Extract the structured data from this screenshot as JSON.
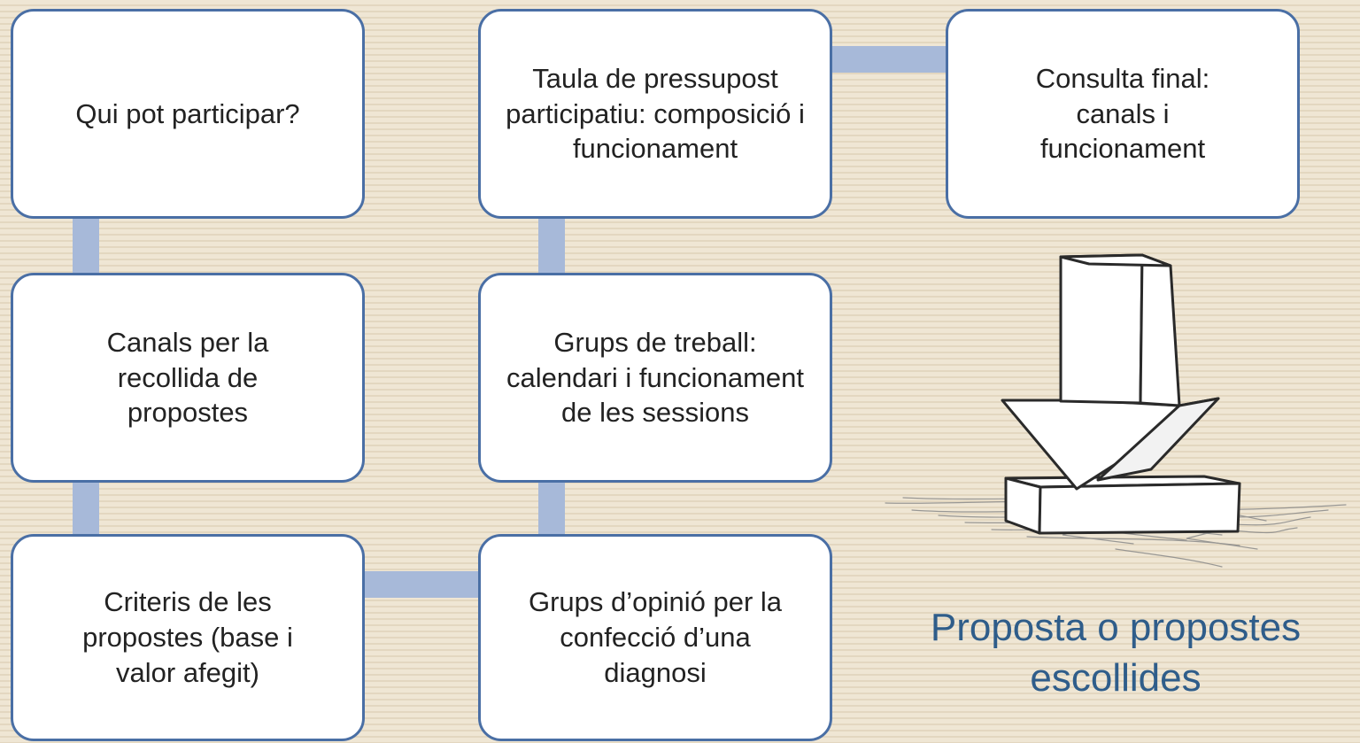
{
  "flow_boxes": {
    "qui_pot_participar": "Qui pot participar?",
    "canals_recollida": "Canals per la recollida de propostes",
    "criteris_propostes": "Criteris de les propostes (base i valor afegit)",
    "grups_opinio": "Grups d’opinió per la confecció d’una diagnosi",
    "grups_treball": "Grups de treball: calendari i funcionament de les sessions",
    "taula_pressupost": "Taula de pressupost participatiu: composició i funcionament",
    "consulta_final": "Consulta final: canals i funcionament"
  },
  "result": {
    "label": "Proposta o propostes escollides"
  },
  "colors": {
    "box_border": "#4a6fa5",
    "connector": "#a7b9d9",
    "result_text": "#2f5d8a"
  },
  "icons": {
    "arrow": "down-arrow-icon"
  }
}
